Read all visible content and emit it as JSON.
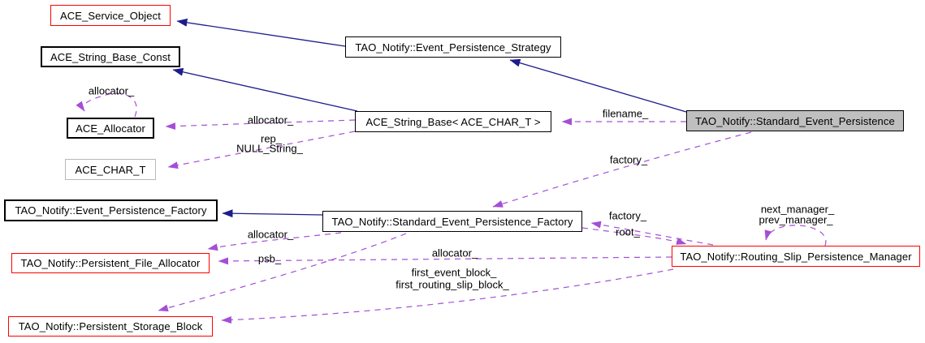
{
  "diagram": {
    "kind": "doxygen-collaboration-graph",
    "current_class": "TAO_Notify::Standard_Event_Persistence",
    "colors": {
      "inheritance_edge": "#1c1c8c",
      "usage_edge": "#a44fd5",
      "highlight_fill": "#bfbfbf",
      "undocumented_border": "#ff0000",
      "template_border": "#b9b9b9"
    }
  },
  "nodes": [
    {
      "id": "ace-service-object",
      "label": "ACE_Service_Object",
      "border": "red",
      "fill": "white"
    },
    {
      "id": "ace-string-base-const",
      "label": "ACE_String_Base_Const",
      "border": "black",
      "fill": "white"
    },
    {
      "id": "ace-allocator",
      "label": "ACE_Allocator",
      "border": "black",
      "fill": "white"
    },
    {
      "id": "ace-char-t",
      "label": "ACE_CHAR_T",
      "border": "gray",
      "fill": "white"
    },
    {
      "id": "event-persistence-strategy",
      "label": "TAO_Notify::Event_Persistence_Strategy",
      "border": "black",
      "fill": "white"
    },
    {
      "id": "ace-string-base",
      "label": "ACE_String_Base< ACE_CHAR_T >",
      "border": "black",
      "fill": "white"
    },
    {
      "id": "standard-event-persistence",
      "label": "TAO_Notify::Standard_Event_Persistence",
      "border": "black",
      "fill": "gray"
    },
    {
      "id": "event-persistence-factory",
      "label": "TAO_Notify::Event_Persistence_Factory",
      "border": "black",
      "fill": "white"
    },
    {
      "id": "persistent-file-allocator",
      "label": "TAO_Notify::Persistent_File_Allocator",
      "border": "red",
      "fill": "white"
    },
    {
      "id": "persistent-storage-block",
      "label": "TAO_Notify::Persistent_Storage_Block",
      "border": "red",
      "fill": "white"
    },
    {
      "id": "standard-event-persistence-factory",
      "label": "TAO_Notify::Standard_Event_Persistence_Factory",
      "border": "black",
      "fill": "white"
    },
    {
      "id": "routing-slip-persistence-manager",
      "label": "TAO_Notify::Routing_Slip_Persistence_Manager",
      "border": "red",
      "fill": "white"
    }
  ],
  "edges": {
    "inheritance": [
      {
        "from": "TAO_Notify::Event_Persistence_Strategy",
        "to": "ACE_Service_Object"
      },
      {
        "from": "TAO_Notify::Standard_Event_Persistence",
        "to": "TAO_Notify::Event_Persistence_Strategy"
      },
      {
        "from": "ACE_String_Base< ACE_CHAR_T >",
        "to": "ACE_String_Base_Const"
      },
      {
        "from": "TAO_Notify::Standard_Event_Persistence_Factory",
        "to": "TAO_Notify::Event_Persistence_Factory"
      }
    ],
    "usage": [
      {
        "from": "ACE_Allocator",
        "to": "ACE_Allocator",
        "label": "allocator_"
      },
      {
        "from": "ACE_String_Base< ACE_CHAR_T >",
        "to": "ACE_Allocator",
        "label": "allocator_"
      },
      {
        "from": "ACE_String_Base< ACE_CHAR_T >",
        "to": "ACE_CHAR_T",
        "label": "rep_ NULL_String_"
      },
      {
        "from": "TAO_Notify::Standard_Event_Persistence",
        "to": "ACE_String_Base< ACE_CHAR_T >",
        "label": "filename_"
      },
      {
        "from": "TAO_Notify::Standard_Event_Persistence",
        "to": "TAO_Notify::Standard_Event_Persistence_Factory",
        "label": "factory_"
      },
      {
        "from": "TAO_Notify::Routing_Slip_Persistence_Manager",
        "to": "TAO_Notify::Standard_Event_Persistence_Factory",
        "label": "factory_"
      },
      {
        "from": "TAO_Notify::Standard_Event_Persistence_Factory",
        "to": "TAO_Notify::Routing_Slip_Persistence_Manager",
        "label": "root_"
      },
      {
        "from": "TAO_Notify::Routing_Slip_Persistence_Manager",
        "to": "TAO_Notify::Routing_Slip_Persistence_Manager",
        "label": "next_manager_ prev_manager_"
      },
      {
        "from": "TAO_Notify::Standard_Event_Persistence_Factory",
        "to": "TAO_Notify::Persistent_File_Allocator",
        "label": "allocator_"
      },
      {
        "from": "TAO_Notify::Routing_Slip_Persistence_Manager",
        "to": "TAO_Notify::Persistent_File_Allocator",
        "label": "allocator_"
      },
      {
        "from": "TAO_Notify::Standard_Event_Persistence_Factory",
        "to": "TAO_Notify::Persistent_Storage_Block",
        "label": "psb_"
      },
      {
        "from": "TAO_Notify::Routing_Slip_Persistence_Manager",
        "to": "TAO_Notify::Persistent_Storage_Block",
        "label": "first_event_block_ first_routing_slip_block_"
      }
    ]
  },
  "edge_labels": [
    {
      "text": "allocator_"
    },
    {
      "text": "allocator_"
    },
    {
      "text": "rep_"
    },
    {
      "text": "NULL_String_"
    },
    {
      "text": "filename_"
    },
    {
      "text": "factory_"
    },
    {
      "text": "factory_"
    },
    {
      "text": "root_"
    },
    {
      "text": "next_manager_"
    },
    {
      "text": "prev_manager_"
    },
    {
      "text": "allocator_"
    },
    {
      "text": "allocator_"
    },
    {
      "text": "psb_"
    },
    {
      "text": "first_event_block_"
    },
    {
      "text": "first_routing_slip_block_"
    }
  ]
}
